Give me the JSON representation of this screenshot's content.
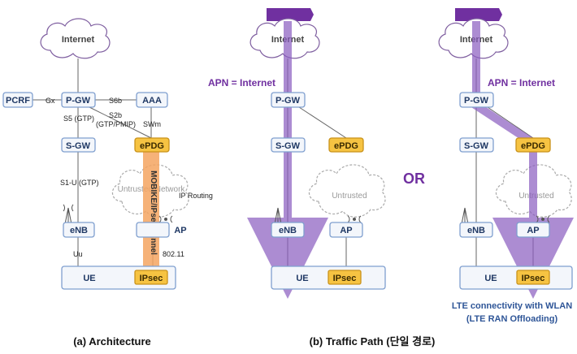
{
  "panel_a": {
    "internet": "Internet",
    "pcrf": "PCRF",
    "pgw": "P-GW",
    "aaa": "AAA",
    "sgw": "S-GW",
    "epdg": "ePDG",
    "enb": "eNB",
    "ap": "AP",
    "ue": "UE",
    "ipsec": "IPsec",
    "untrusted": "Untrusted Network",
    "gx": "Gx",
    "s6b": "S6b",
    "s5": "S5 (GTP)",
    "s2b_1": "S2b",
    "s2b_2": "(GTP/PMIP)",
    "swm": "SWm",
    "s1u": "S1-U (GTP)",
    "ip_routing": "IP Routing",
    "uu": "Uu",
    "wifi": "802.11",
    "tunnel": "MOBIKE/IPsec Tunnel",
    "caption": "(a) Architecture"
  },
  "panel_b": {
    "internet": "Internet",
    "apn": "APN = Internet",
    "pgw": "P-GW",
    "sgw": "S-GW",
    "epdg": "ePDG",
    "enb": "eNB",
    "ap": "AP",
    "ue": "UE",
    "ipsec": "IPsec",
    "untrusted": "Untrusted",
    "caption": "(b) Traffic Path (단일 경로)"
  },
  "or_label": "OR",
  "panel_c": {
    "internet": "Internet",
    "apn": "APN = Internet",
    "pgw": "P-GW",
    "sgw": "S-GW",
    "epdg": "ePDG",
    "enb": "eNB",
    "ap": "AP",
    "ue": "UE",
    "ipsec": "IPsec",
    "untrusted": "Untrusted",
    "note_1": "LTE connectivity with WLAN",
    "note_2": "(LTE RAN Offloading)"
  },
  "colors": {
    "node_fill": "#f3f6fb",
    "node_border": "#7f9fcf",
    "epdg_fill": "#f6c342",
    "path_purple": "#8a5cc0",
    "tunnel_orange": "#f4a460",
    "label_purple": "#7030a0"
  }
}
